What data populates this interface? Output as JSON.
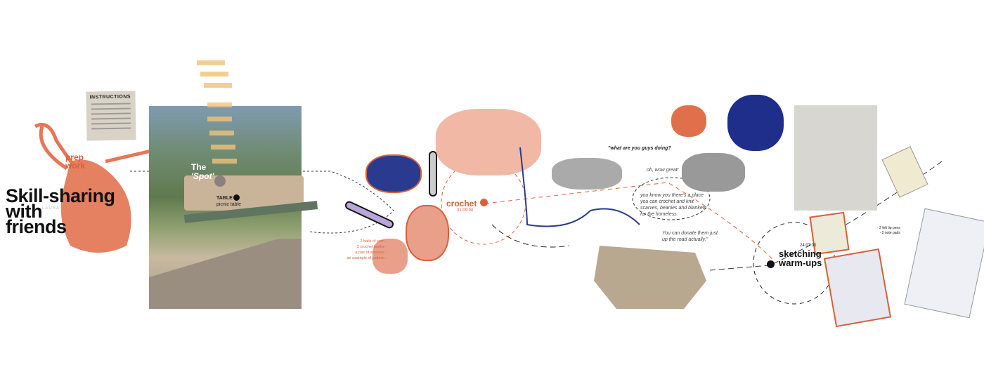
{
  "title": {
    "line1": "Skill-sharing",
    "line2": "with",
    "line3": "friends",
    "author": "LAURA"
  },
  "prep": {
    "line1": "prep",
    "line2": "work"
  },
  "instructions": {
    "heading": "INSTRUCTIONS"
  },
  "spot": {
    "line1": "The",
    "line2": "'Spot'",
    "table_label": "TABLE",
    "table_sub": "picnic table"
  },
  "crochet": {
    "label": "crochet",
    "time": "31:09:00",
    "materials": [
      "2 balls of yarn -",
      "2 crochet hooks -",
      "a pair of scissors -",
      "an example of pattern -"
    ]
  },
  "dialogue": {
    "q1": "\"what are you guys doing?",
    "q2": "oh, wow great!",
    "q3": "you know you there's a place you can crochet and knit scarves, beanies and blankets for the homeless.",
    "q4": "You can donate them just up the road actually.\""
  },
  "sketching": {
    "line1": "sketching",
    "line2": "warm-ups",
    "time": "24:07:00",
    "materials": [
      "- 2 felt tip pens",
      "- 2 note pads"
    ]
  },
  "colors": {
    "accent": "#d9603a",
    "dark": "#111111"
  }
}
